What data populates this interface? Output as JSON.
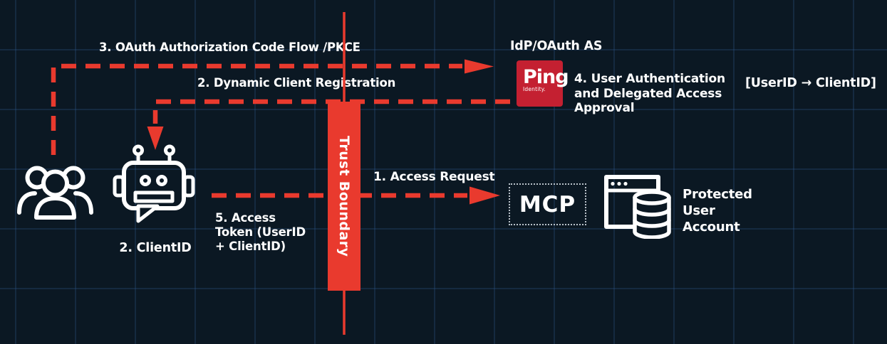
{
  "diagram": {
    "background": "#0b1823",
    "grid_color": "#2a5486",
    "arrow_red": "#e93a2e",
    "ping_red": "#c42031",
    "text_color": "#ffffff"
  },
  "nodes": {
    "users": {
      "icon": "users-icon"
    },
    "agent": {
      "icon": "robot-icon",
      "label": "2. ClientID"
    },
    "trust_boundary": {
      "label": "Trust Boundary"
    },
    "mcp": {
      "label": "MCP"
    },
    "idp": {
      "title": "IdP/OAuth AS",
      "logo": "Ping",
      "logo_sub": "Identity.",
      "logo_icon": "ping-identity-logo"
    },
    "resource": {
      "icon": "browser-database-icon",
      "label": "Protected User Account"
    }
  },
  "flows": {
    "step1": {
      "label": "1. Access Request"
    },
    "step2_registration": {
      "label": "2. Dynamic Client Registration"
    },
    "step3": {
      "label": "3. OAuth Authorization Code Flow /PKCE"
    },
    "step4": {
      "label": "4. User Authentication and Delegated Access Approval",
      "annotation": "[UserID → ClientID]"
    },
    "step5": {
      "label": "5. Access Token (UserID + ClientID)"
    }
  }
}
